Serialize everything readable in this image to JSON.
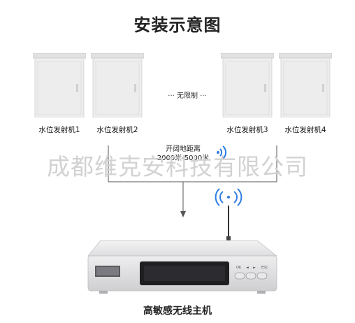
{
  "title": "安装示意图",
  "transmitters": [
    {
      "label": "水位发射机1"
    },
    {
      "label": "水位发射机2"
    },
    {
      "label": "水位发射机3"
    },
    {
      "label": "水位发射机4"
    }
  ],
  "middle_note": "··· 无限制 ···",
  "distance": {
    "line1": "开阔地距离",
    "line2": "2000米-5000米"
  },
  "watermark": "成都维克安科技有限公司",
  "host": {
    "label": "高敏感无线主机"
  },
  "colors": {
    "line": "#555555",
    "signal": "#2f7de1",
    "watermark": "#d2d2d2",
    "cabinet": "#ededee"
  },
  "icons": [
    "wireless-signal-icon",
    "antenna-icon"
  ]
}
